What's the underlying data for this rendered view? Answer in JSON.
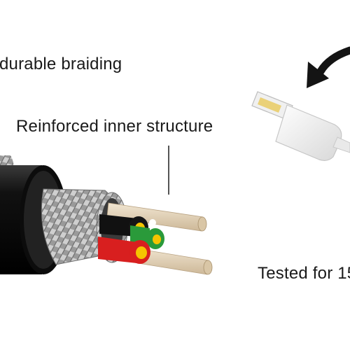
{
  "labels": {
    "braiding": "durable braiding",
    "inner": "Reinforced inner structure",
    "tested": "Tested for 15"
  },
  "colors": {
    "jacket": "#151515",
    "braid": "#8f8f8f",
    "core_red": "#d81f1f",
    "core_green": "#2a9a3a",
    "core_black": "#111111",
    "core_yellow": "#f5c400",
    "filler": "#e7d7bf",
    "connector": "#f2f2f2",
    "arrow": "#141414"
  },
  "icons": [
    "curved-arrow-icon",
    "lightning-connector-icon"
  ]
}
